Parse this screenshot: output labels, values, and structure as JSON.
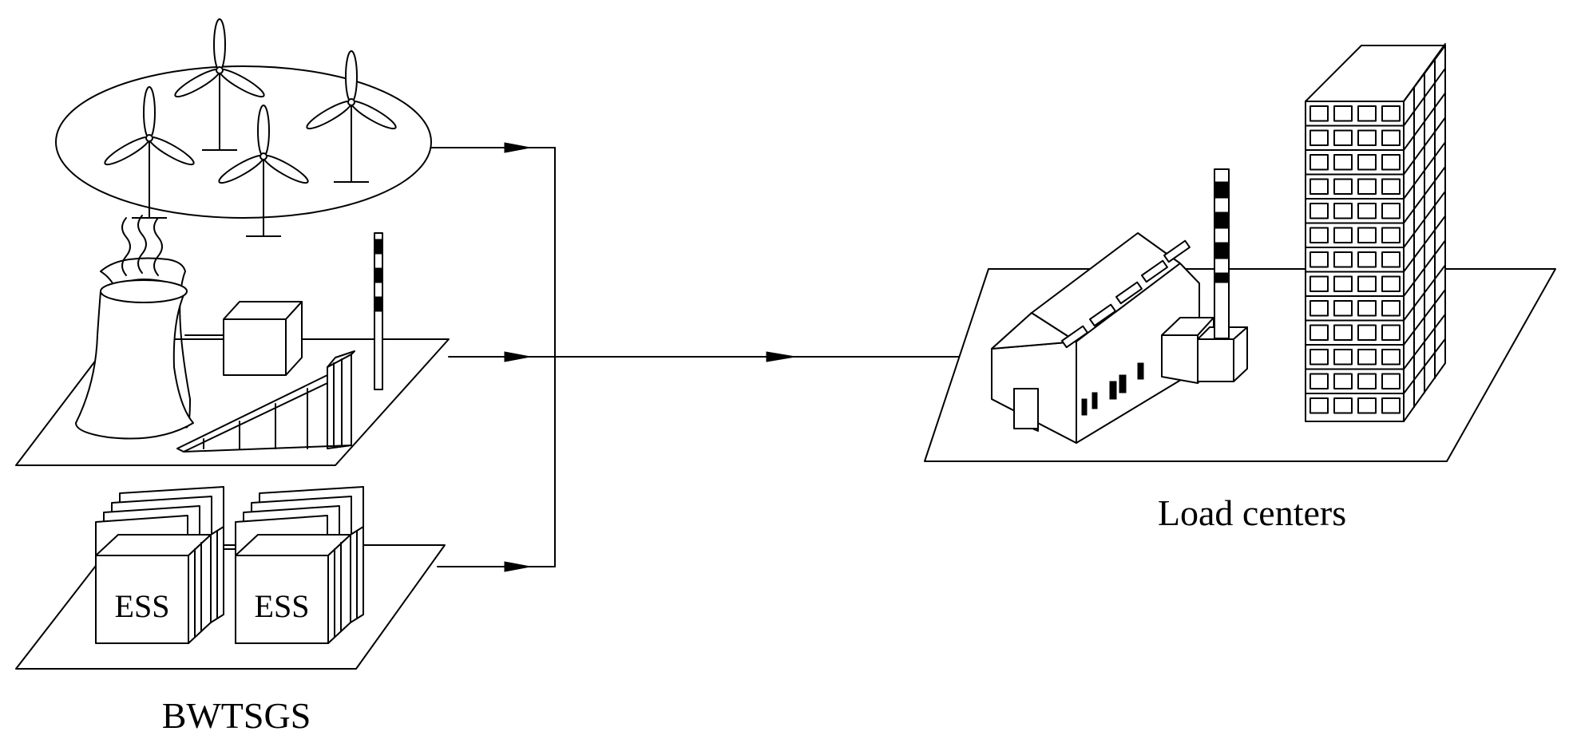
{
  "labels": {
    "source_group": "BWTSGS",
    "destination": "Load centers",
    "storage_unit_1": "ESS",
    "storage_unit_2": "ESS"
  },
  "icons": [
    "wind-turbine-icon",
    "cooling-tower-icon",
    "chimney-icon",
    "solar-panel-icon",
    "energy-storage-icon",
    "factory-icon",
    "high-rise-building-icon"
  ]
}
